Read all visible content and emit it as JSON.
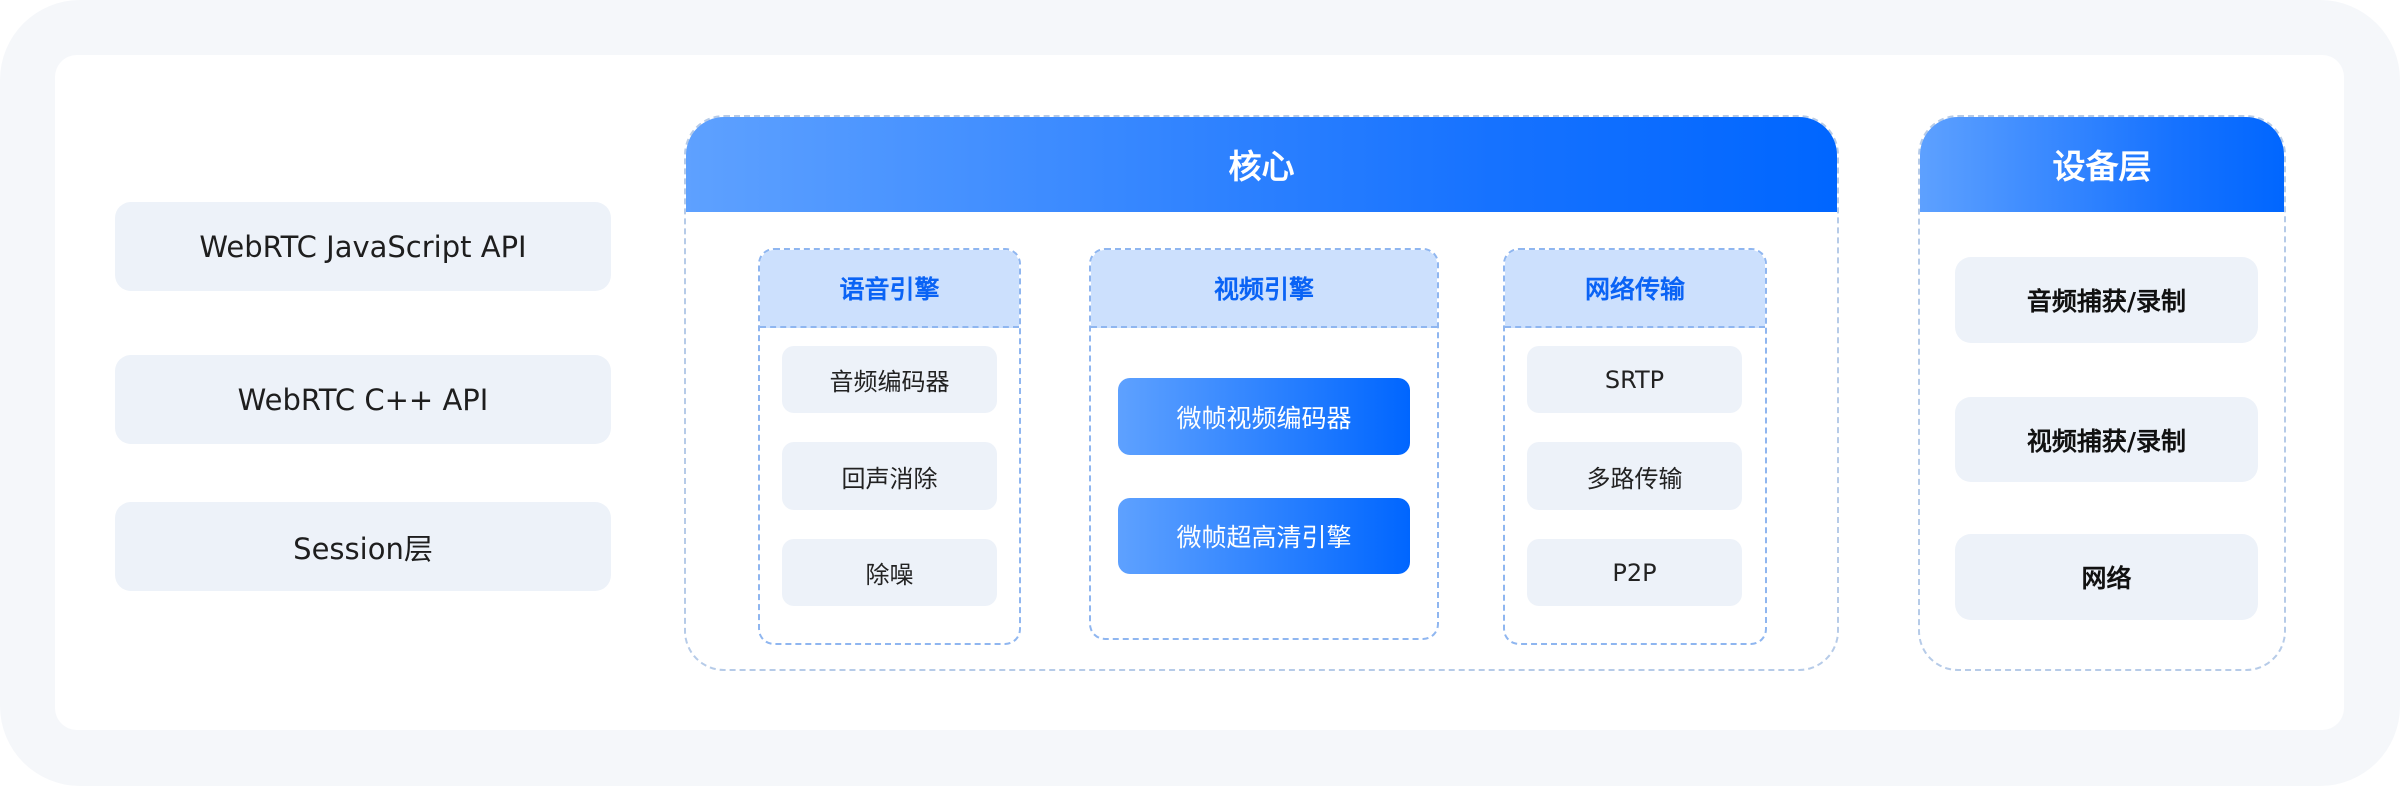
{
  "left_layers": [
    "WebRTC JavaScript API",
    "WebRTC C++ API",
    "Session层"
  ],
  "core": {
    "title": "核心",
    "voice_engine": {
      "title": "语音引擎",
      "items": [
        "音频编码器",
        "回声消除",
        "除噪"
      ]
    },
    "video_engine": {
      "title": "视频引擎",
      "items": [
        "微帧视频编码器",
        "微帧超高清引擎"
      ]
    },
    "network": {
      "title": "网络传输",
      "items": [
        "SRTP",
        "多路传输",
        "P2P"
      ]
    }
  },
  "device": {
    "title": "设备层",
    "items": [
      "音频捕获/录制",
      "视频捕获/录制",
      "网络"
    ]
  }
}
